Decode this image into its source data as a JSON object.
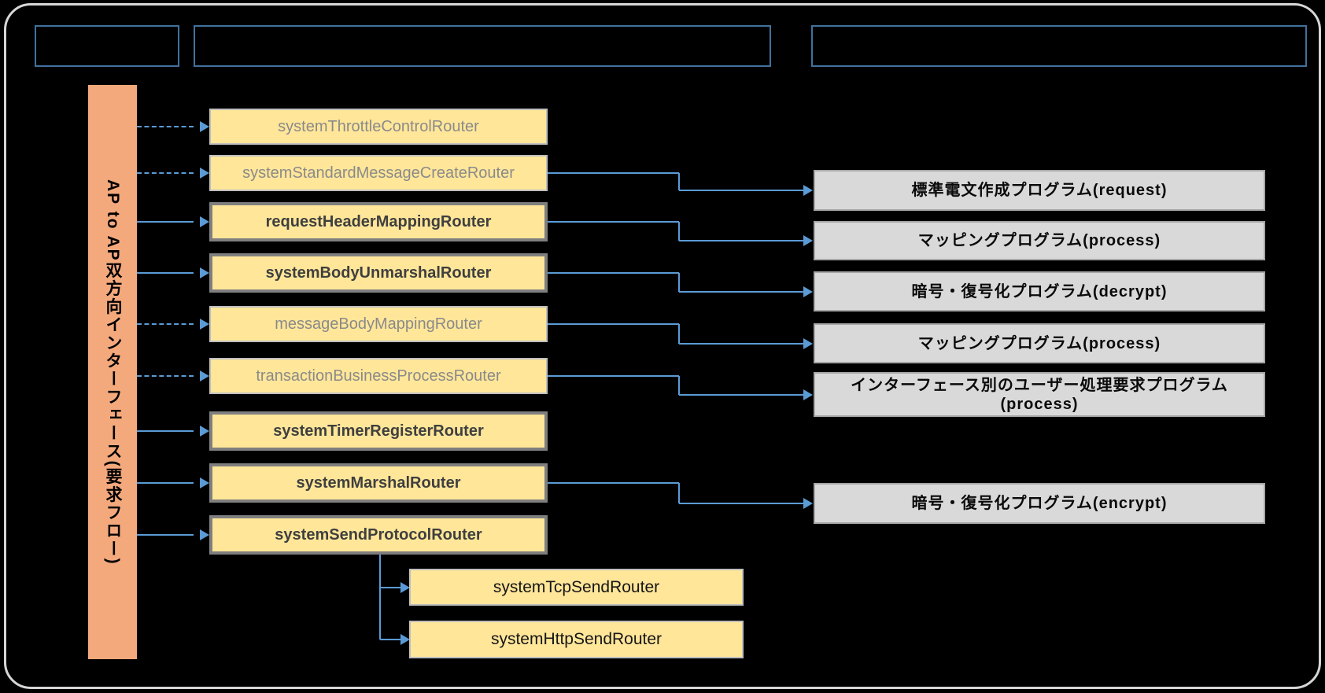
{
  "diagram": {
    "flow_label": "AP to AP双方向インターフェース(要求フロー)",
    "routers": [
      {
        "id": "r1",
        "label": "systemThrottleControlRouter",
        "emphasized": false,
        "arrow": "dashed",
        "target": null
      },
      {
        "id": "r2",
        "label": "systemStandardMessageCreateRouter",
        "emphasized": false,
        "arrow": "dashed",
        "target": "p1"
      },
      {
        "id": "r3",
        "label": "requestHeaderMappingRouter",
        "emphasized": true,
        "arrow": "solid",
        "target": "p2"
      },
      {
        "id": "r4",
        "label": "systemBodyUnmarshalRouter",
        "emphasized": true,
        "arrow": "solid",
        "target": "p3"
      },
      {
        "id": "r5",
        "label": "messageBodyMappingRouter",
        "emphasized": false,
        "arrow": "dashed",
        "target": "p4"
      },
      {
        "id": "r6",
        "label": "transactionBusinessProcessRouter",
        "emphasized": false,
        "arrow": "dashed",
        "target": "p5"
      },
      {
        "id": "r7",
        "label": "systemTimerRegisterRouter",
        "emphasized": true,
        "arrow": "solid",
        "target": null
      },
      {
        "id": "r8",
        "label": "systemMarshalRouter",
        "emphasized": true,
        "arrow": "solid",
        "target": "p6"
      },
      {
        "id": "r9",
        "label": "systemSendProtocolRouter",
        "emphasized": true,
        "arrow": "solid",
        "target": null,
        "children": [
          "c1",
          "c2"
        ]
      }
    ],
    "sub_routers": [
      {
        "id": "c1",
        "label": "systemTcpSendRouter"
      },
      {
        "id": "c2",
        "label": "systemHttpSendRouter"
      }
    ],
    "programs": [
      {
        "id": "p1",
        "lines": [
          "標準電文作成プログラム(request)"
        ]
      },
      {
        "id": "p2",
        "lines": [
          "マッピングプログラム(process)"
        ]
      },
      {
        "id": "p3",
        "lines": [
          "暗号・復号化プログラム(decrypt)"
        ]
      },
      {
        "id": "p4",
        "lines": [
          "マッピングプログラム(process)"
        ]
      },
      {
        "id": "p5",
        "lines": [
          "インターフェース別のユーザー処理要求プログラム",
          "(process)"
        ]
      },
      {
        "id": "p6",
        "lines": [
          "暗号・復号化プログラム(encrypt)"
        ]
      }
    ],
    "colors": {
      "background": "#000000",
      "frame_border": "#D6D6D6",
      "header_border": "#41719C",
      "flow_bar": "#F4A97C",
      "router_fill": "#FFE699",
      "router_border": "#BFBFBF",
      "router_border_emphasized": "#7F7F7F",
      "router_text": "#8A8A8A",
      "router_text_emphasized": "#3F3F3F",
      "program_fill": "#D9D9D9",
      "program_border": "#A6A6A6",
      "connector": "#5B9BD5"
    }
  }
}
